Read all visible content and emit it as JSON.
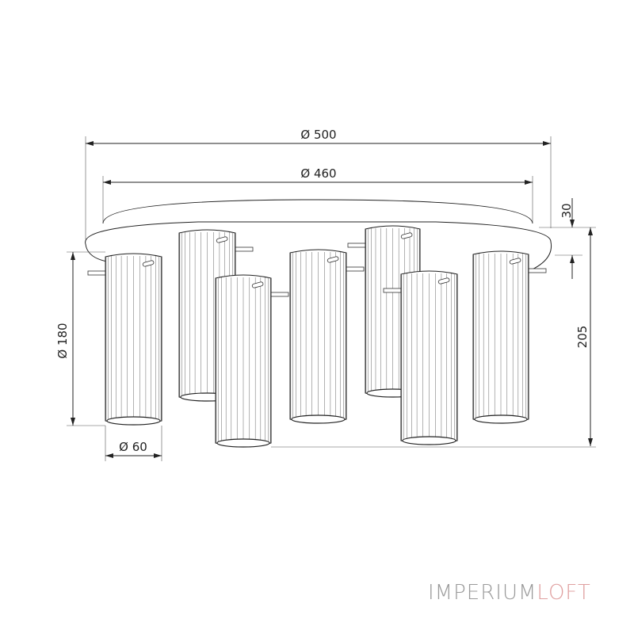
{
  "dimensions": {
    "outer_diameter": "Ø 500",
    "plate_diameter": "Ø 460",
    "plate_thickness": "30",
    "total_height": "205",
    "shade_height": "Ø 180",
    "shade_diameter": "Ø 60"
  },
  "logo": {
    "part1": "IMPERIUM",
    "part2": "LOFT",
    "colors": {
      "part1": "#9a9a9a",
      "part2": "#e0a0a0"
    }
  },
  "shade_count": 7
}
